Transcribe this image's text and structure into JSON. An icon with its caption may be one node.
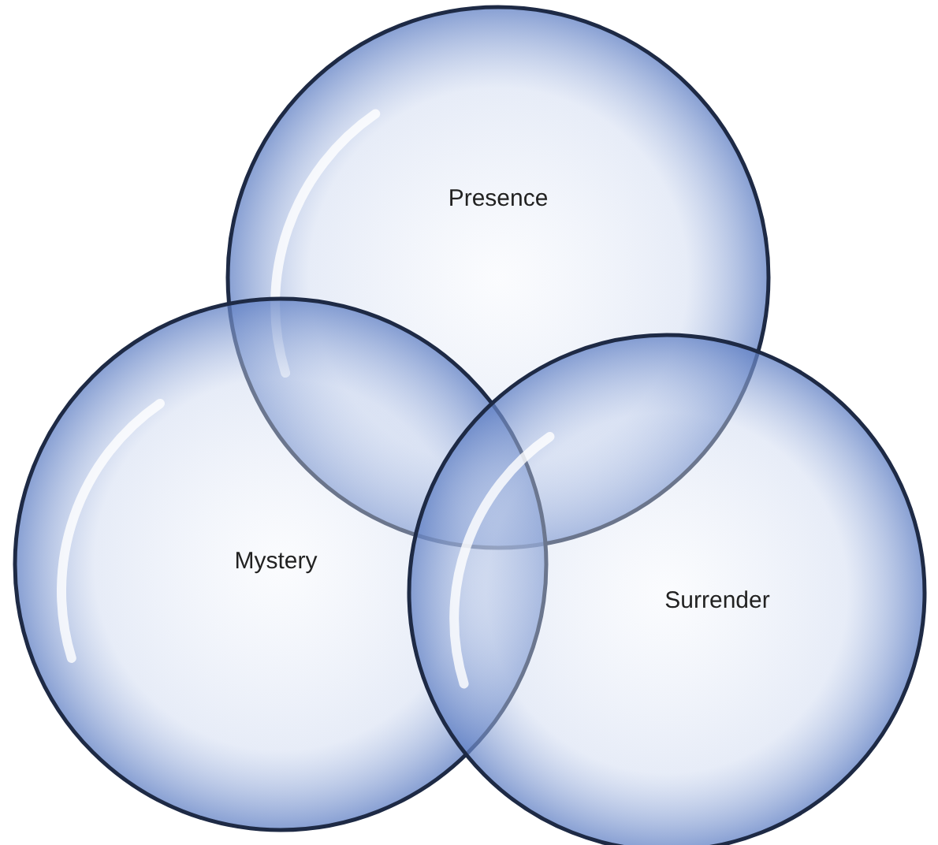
{
  "diagram": {
    "nodes": [
      {
        "text": [
          "Presence"
        ]
      },
      {
        "text": [
          "Mystery"
        ]
      },
      {
        "text": [
          "Surrender"
        ]
      }
    ]
  }
}
